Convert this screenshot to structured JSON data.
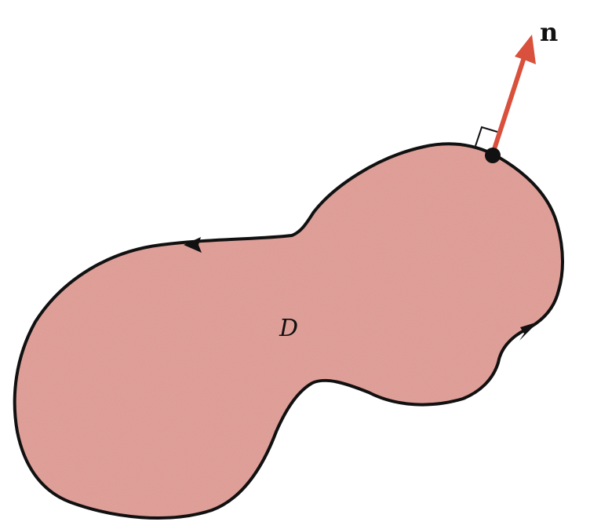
{
  "diagram": {
    "region_label": "D",
    "normal_vector_label": "n",
    "colors": {
      "region_fill": "#e3a29b",
      "boundary": "#111111",
      "normal_vector": "#d9503c",
      "background": "#ffffff"
    },
    "boundary_orientation": "counterclockwise"
  }
}
